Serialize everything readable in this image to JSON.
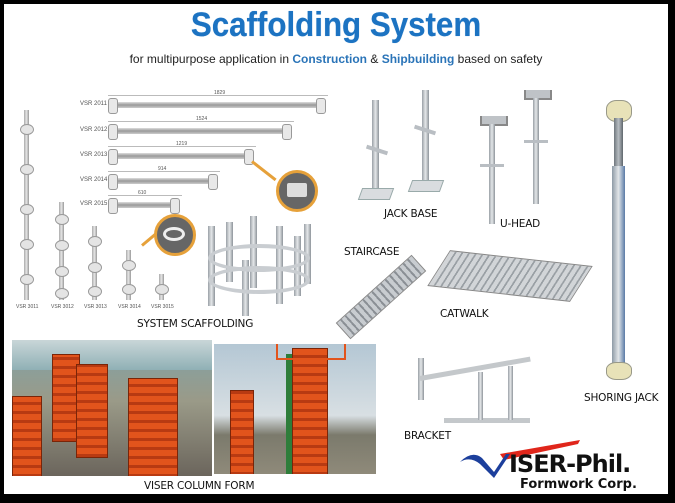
{
  "header": {
    "title": "Scaffolding System",
    "subtitle_pre": "for multipurpose application in ",
    "subtitle_hl1": "Construction",
    "subtitle_mid": " & ",
    "subtitle_hl2": "Shipbuilding",
    "subtitle_post": " based on safety"
  },
  "colors": {
    "title_blue": "#1c73c2",
    "highlight_blue": "#2a74b8",
    "frame": "#000000",
    "formwork_red": "#d94a18",
    "logo_red": "#e0261b",
    "logo_blue": "#1c3f9c",
    "callout_orange": "#e6a13a"
  },
  "ledgers": [
    {
      "code": "VSR 2011",
      "length": "1829"
    },
    {
      "code": "VSR 2012",
      "length": "1524"
    },
    {
      "code": "VSR 2013",
      "length": "1219"
    },
    {
      "code": "VSR 2014",
      "length": "914"
    },
    {
      "code": "VSR 2015",
      "length": "610"
    }
  ],
  "standards": [
    {
      "code": "VSR 3011"
    },
    {
      "code": "VSR 3012"
    },
    {
      "code": "VSR 3013"
    },
    {
      "code": "VSR 3014"
    },
    {
      "code": "VSR 3015"
    }
  ],
  "labels": {
    "system_scaffolding": "SYSTEM SCAFFOLDING",
    "jack_base": "JACK BASE",
    "u_head": "U-HEAD",
    "staircase": "STAIRCASE",
    "catwalk": "CATWALK",
    "shoring_jack": "SHORING JACK",
    "bracket": "BRACKET",
    "column_form": "VISER COLUMN  FORM"
  },
  "logo": {
    "brand_v": "V",
    "brand_rest": "ISER-Phil.",
    "tagline": "Formwork Corp."
  }
}
